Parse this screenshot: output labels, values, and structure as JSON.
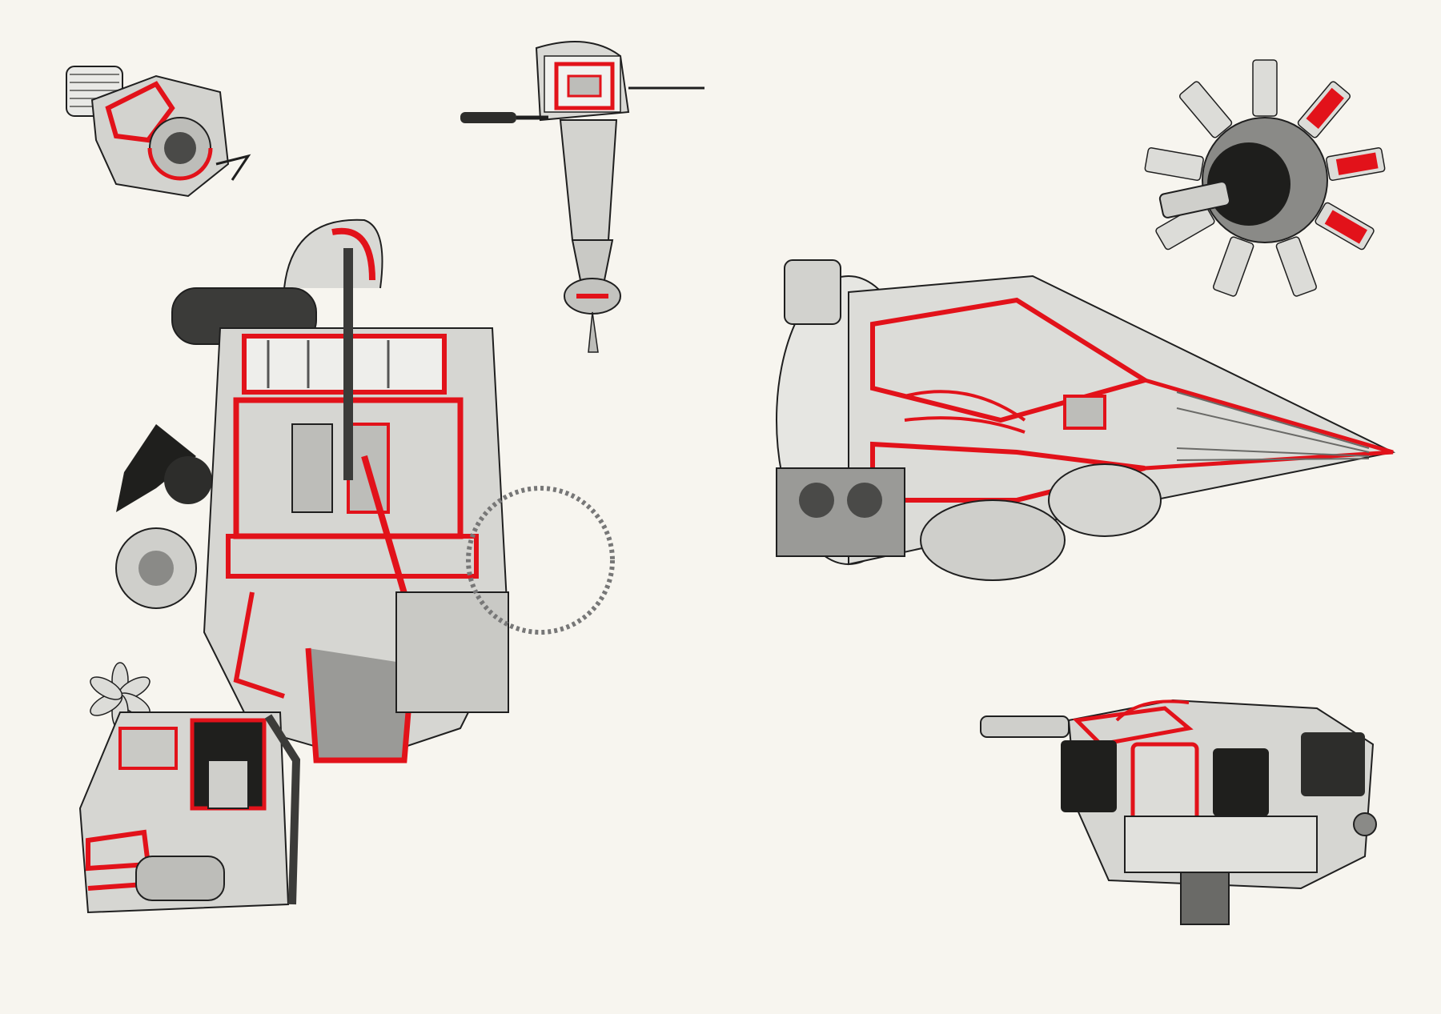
{
  "plate": {
    "colors": {
      "background": "#f7f5ef",
      "cutaway_red": "#e2121a",
      "metal_light": "#e9e9e6",
      "metal_mid": "#bdbdb9",
      "metal_dark": "#4a4a48",
      "outline": "#1f1f1f"
    },
    "illustrations": [
      {
        "id": "motorcycle-engine",
        "icon": "motorcycle-engine-cutaway-icon"
      },
      {
        "id": "outboard-motor",
        "icon": "outboard-motor-cutaway-icon"
      },
      {
        "id": "radial-engine",
        "icon": "radial-aircraft-engine-cutaway-icon"
      },
      {
        "id": "car-engine",
        "icon": "inline-car-engine-cutaway-icon"
      },
      {
        "id": "jet-engine",
        "icon": "turbojet-engine-cutaway-icon"
      },
      {
        "id": "stationary-engine",
        "icon": "stationary-engine-cutaway-icon"
      },
      {
        "id": "flat-engine",
        "icon": "flat-aircraft-engine-cutaway-icon"
      }
    ]
  }
}
